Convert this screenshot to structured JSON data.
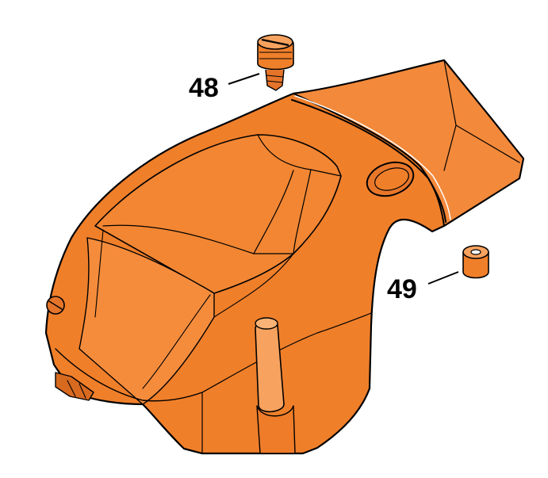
{
  "diagram": {
    "parts": [
      {
        "number": "48",
        "part": "screw"
      },
      {
        "number": "49",
        "part": "sleeve"
      }
    ],
    "colors": {
      "body": "#F07F2A",
      "body_light": "#F7A25E",
      "outline": "#000000",
      "background": "#FFFFFF"
    }
  }
}
